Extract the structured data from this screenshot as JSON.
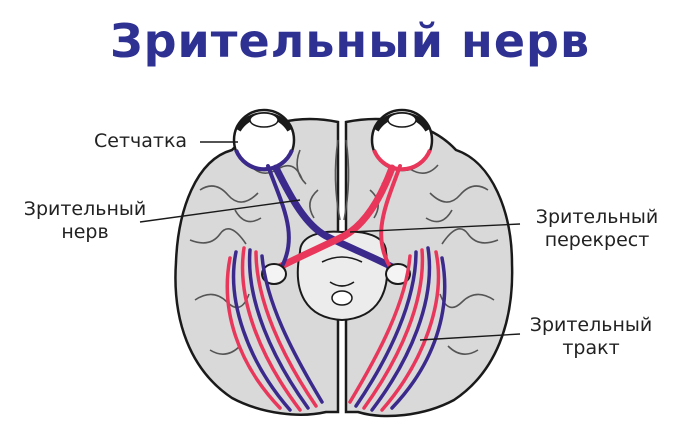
{
  "title": "Зрительный нерв",
  "labels": {
    "retina": "Сетчатка",
    "nerve_line1": "Зрительный",
    "nerve_line2": "нерв",
    "chiasm_line1": "Зрительный",
    "chiasm_line2": "перекрест",
    "tract_line1": "Зрительный",
    "tract_line2": "тракт"
  },
  "colors": {
    "title": "#2e3192",
    "right_eye_pathway": "#e8375a",
    "left_eye_pathway": "#3b2a8c",
    "brain_fill": "#d9d9d9",
    "brain_outline": "#1a1a1a"
  }
}
